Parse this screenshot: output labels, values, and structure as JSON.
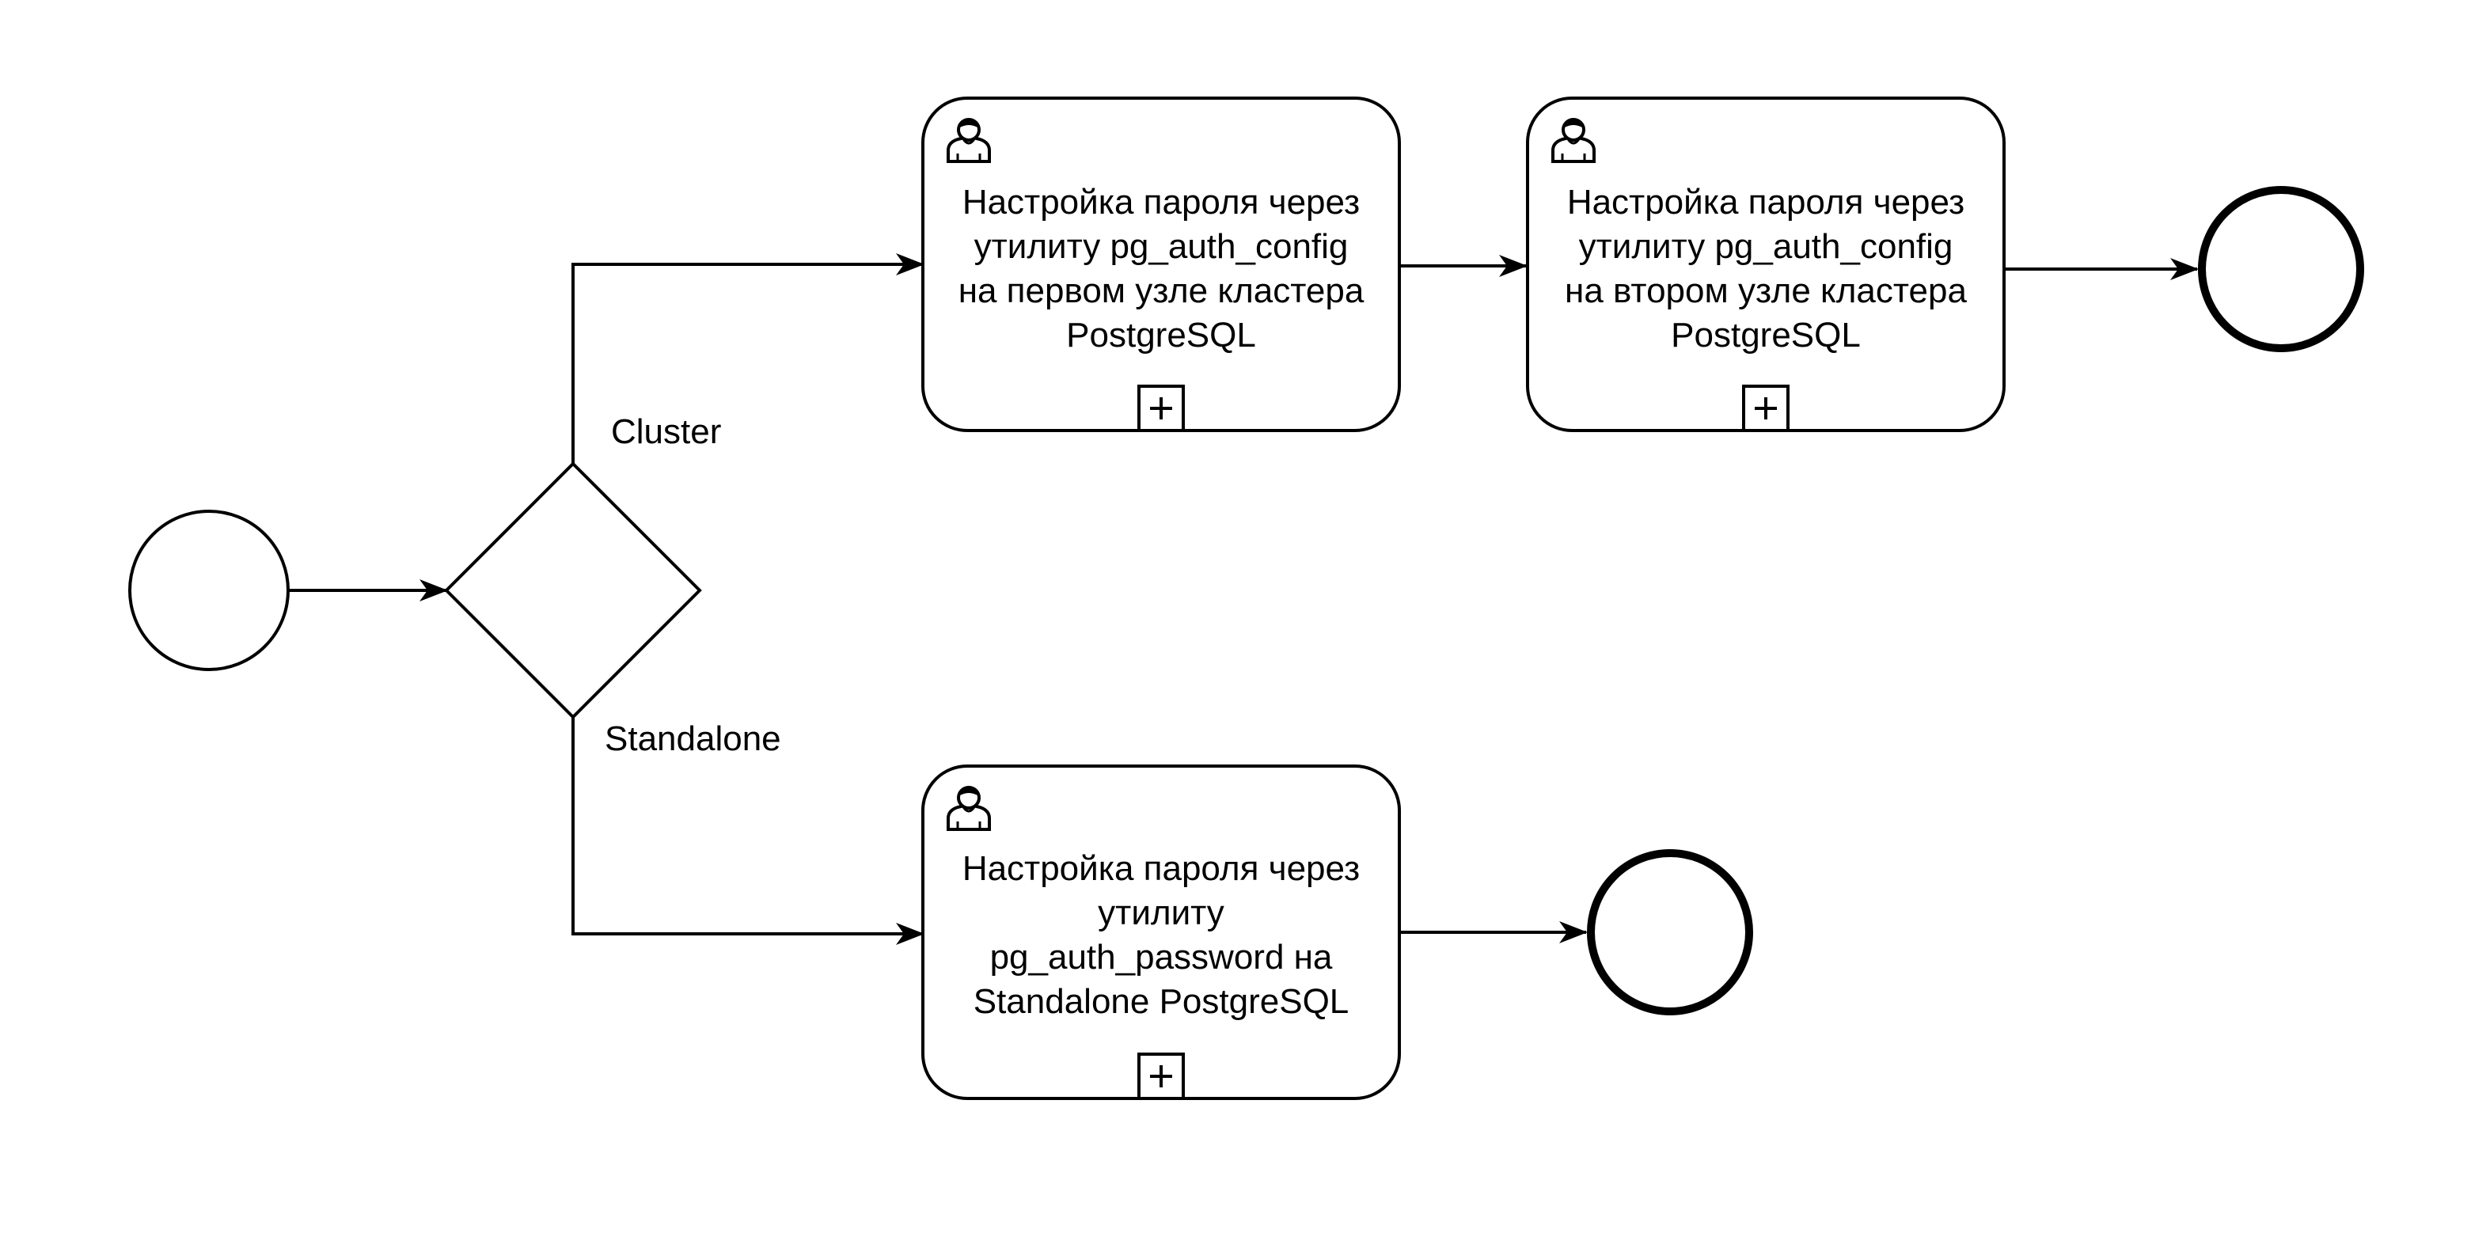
{
  "diagram": {
    "gateway_labels": {
      "cluster": "Cluster",
      "standalone": "Standalone"
    },
    "tasks": [
      {
        "id": "task-cluster-node-1",
        "lines": [
          "Настройка пароля через",
          "утилиту pg_auth_config",
          "на первом узле кластера",
          "PostgreSQL"
        ],
        "type": "user-task",
        "collapsed_subprocess": true
      },
      {
        "id": "task-cluster-node-2",
        "lines": [
          "Настройка пароля через",
          "утилиту pg_auth_config",
          "на втором узле кластера",
          "PostgreSQL"
        ],
        "type": "user-task",
        "collapsed_subprocess": true
      },
      {
        "id": "task-standalone",
        "lines": [
          "Настройка пароля через",
          "утилиту",
          "pg_auth_password на",
          "Standalone PostgreSQL"
        ],
        "type": "user-task",
        "collapsed_subprocess": true
      }
    ],
    "icons": {
      "task_icon": "user-icon",
      "marker_icon": "plus-square-icon"
    },
    "colors": {
      "stroke": "#000000",
      "fill": "#ffffff"
    }
  }
}
